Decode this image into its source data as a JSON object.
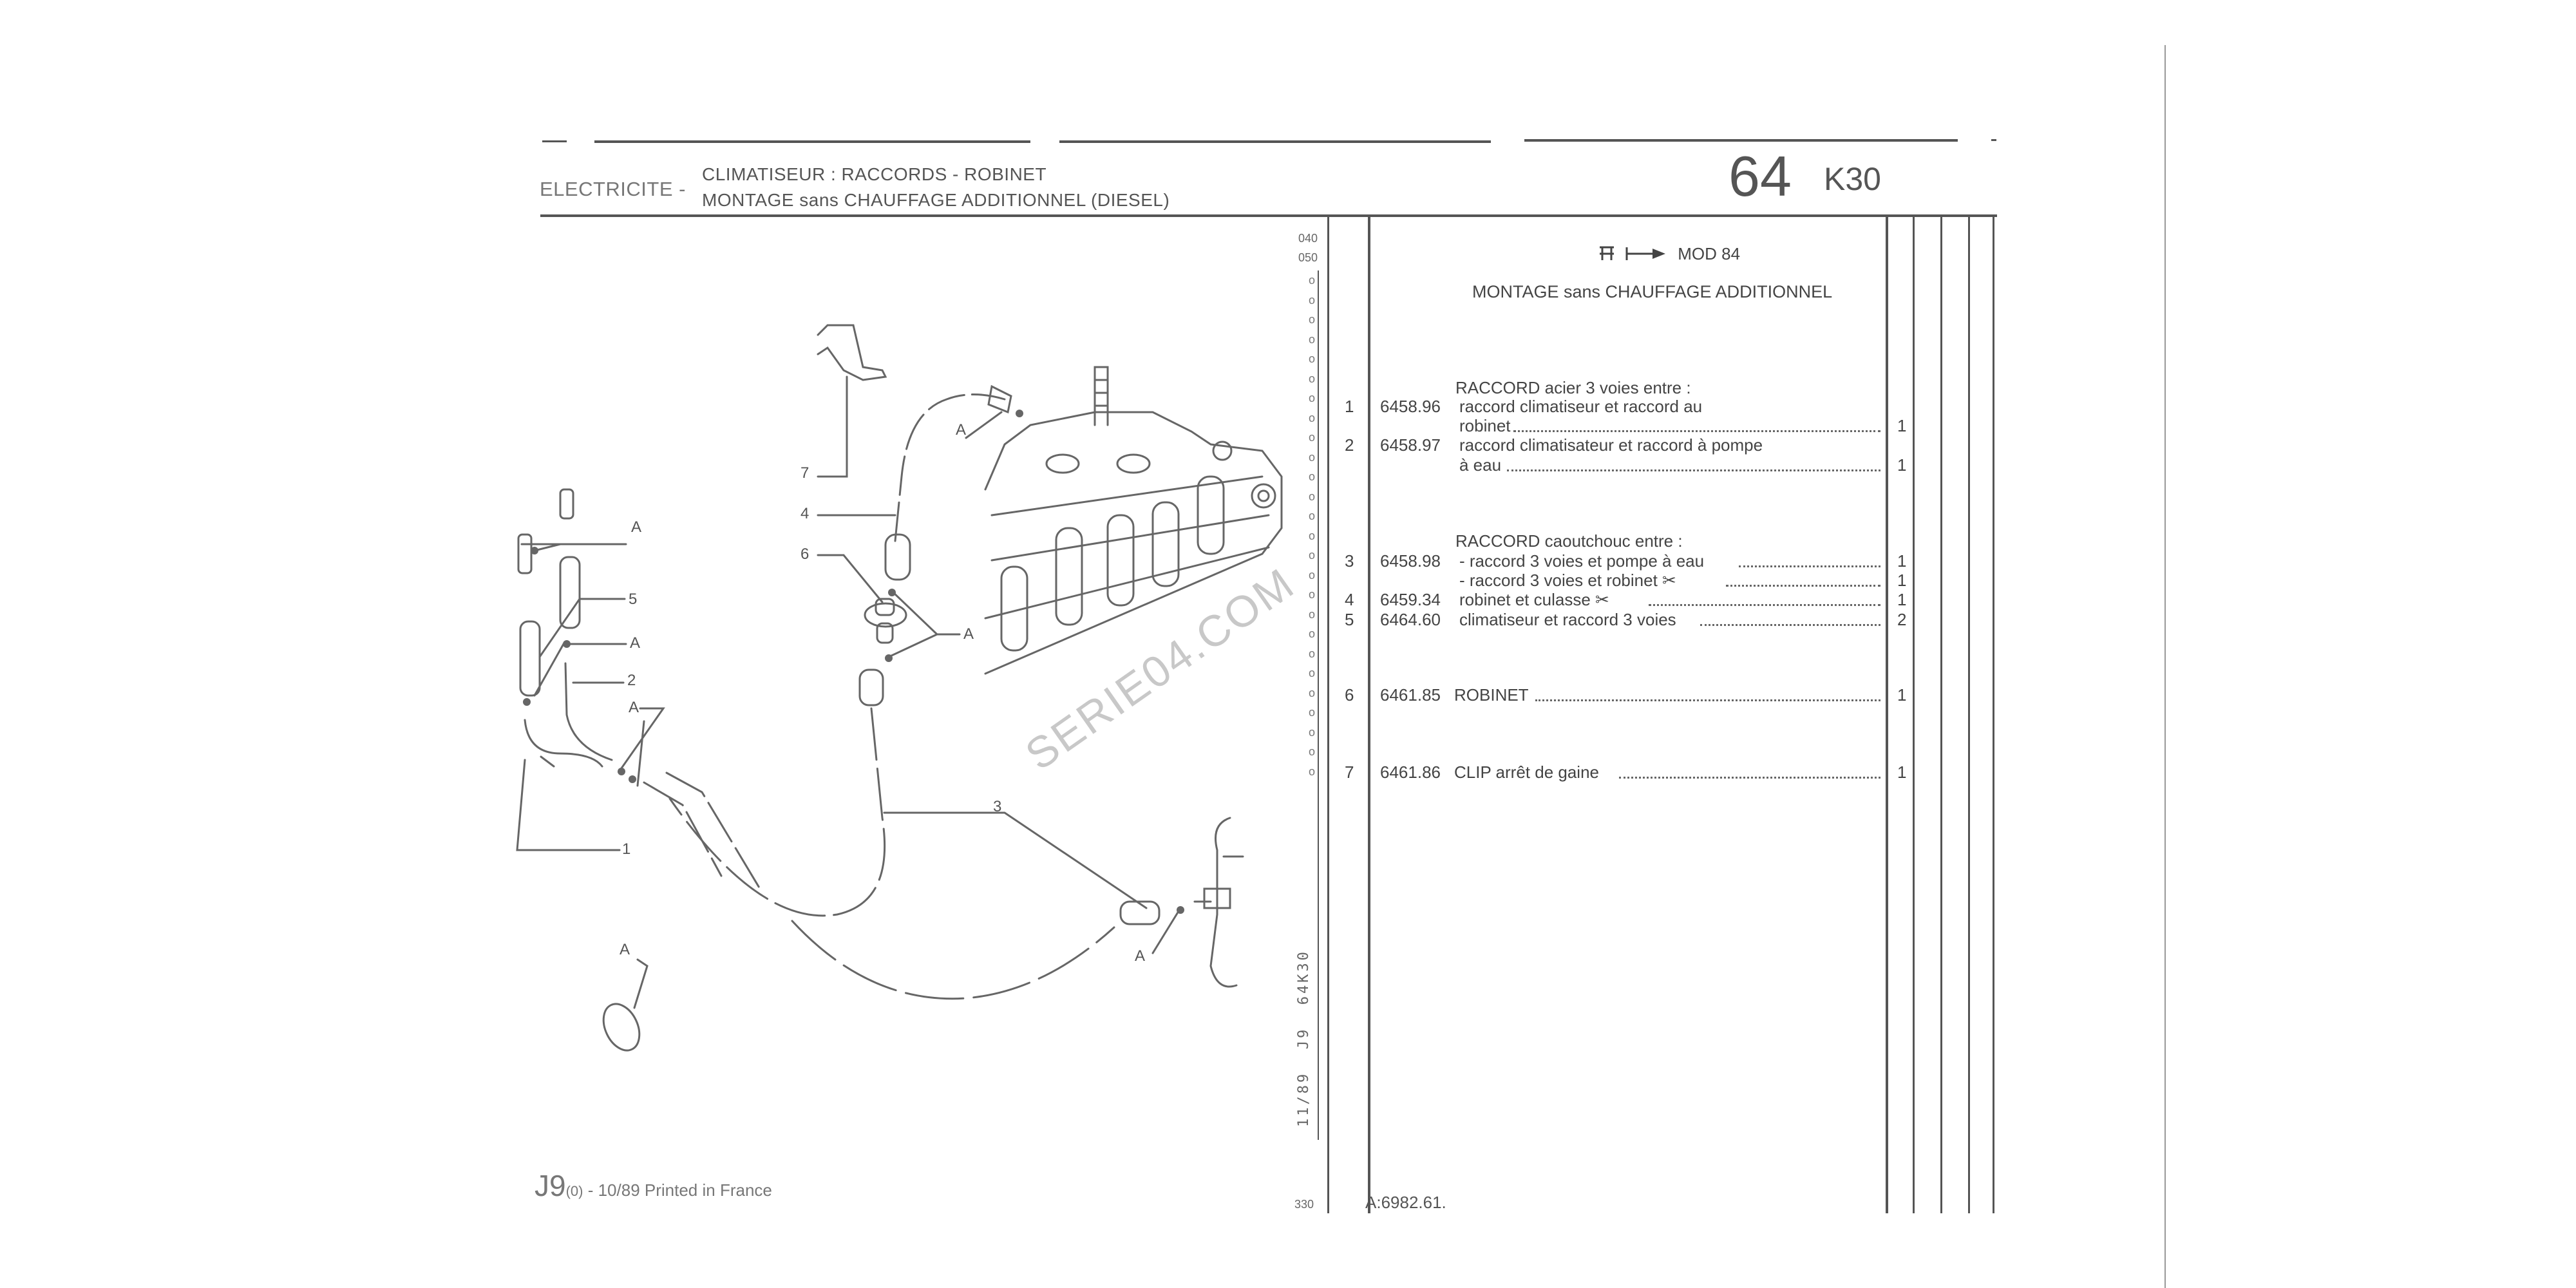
{
  "header": {
    "section": "ELECTRICITE -",
    "title_line1": "CLIMATISEUR : RACCORDS - ROBINET",
    "title_line2": "MONTAGE sans CHAUFFAGE ADDITIONNEL (DIESEL)",
    "group_number": "64",
    "subgroup": "K30"
  },
  "table": {
    "applicability": "MOD 84",
    "applicability_icon": "vehicle-arrow-icon",
    "subtitle": "MONTAGE sans CHAUFFAGE ADDITIONNEL",
    "ruler_top": [
      "040",
      "050"
    ],
    "groups": [
      {
        "heading": "RACCORD acier 3 voies entre :"
      },
      {
        "heading": "RACCORD caoutchouc entre :"
      }
    ],
    "rows": [
      {
        "item": "1",
        "ref": "6458.96",
        "desc": "raccord climatiseur et raccord au",
        "desc2": "robinet",
        "qty": "1"
      },
      {
        "item": "2",
        "ref": "6458.97",
        "desc": "raccord climatisateur et raccord à pompe",
        "desc2": "à eau",
        "qty": "1"
      },
      {
        "item": "3",
        "ref": "6458.98",
        "desc": "- raccord 3 voies et pompe à eau",
        "qty": "1"
      },
      {
        "item": "",
        "ref": "",
        "desc": "- raccord 3 voies et robinet",
        "qty": "1",
        "icon": "scissors-icon"
      },
      {
        "item": "4",
        "ref": "6459.34",
        "desc": "robinet et culasse",
        "qty": "1",
        "icon": "scissors-icon"
      },
      {
        "item": "5",
        "ref": "6464.60",
        "desc": "climatiseur et raccord 3 voies",
        "qty": "2"
      },
      {
        "item": "6",
        "ref": "6461.85",
        "desc": "ROBINET",
        "qty": "1"
      },
      {
        "item": "7",
        "ref": "6461.86",
        "desc": "CLIP arrêt de gaine",
        "qty": "1"
      }
    ]
  },
  "diagram": {
    "callouts": {
      "c7": "7",
      "c4": "4",
      "c6": "6",
      "c3": "3",
      "c5": "5",
      "c2": "2",
      "c1": "1",
      "a_top": "A",
      "a_valve": "A",
      "a_pump": "A",
      "a_clamp": "A",
      "a_left1": "A",
      "a_left2": "A",
      "a_left3": "A"
    },
    "watermark": "SERIE04.COM"
  },
  "footer": {
    "edition_big": "J9",
    "edition_sub": "(0)",
    "edition_rest": " - 10/89 Printed in France",
    "vertical_ref": "11/89  J9  64K30",
    "page_code": "330",
    "doc_ref": "A:6982.61."
  }
}
